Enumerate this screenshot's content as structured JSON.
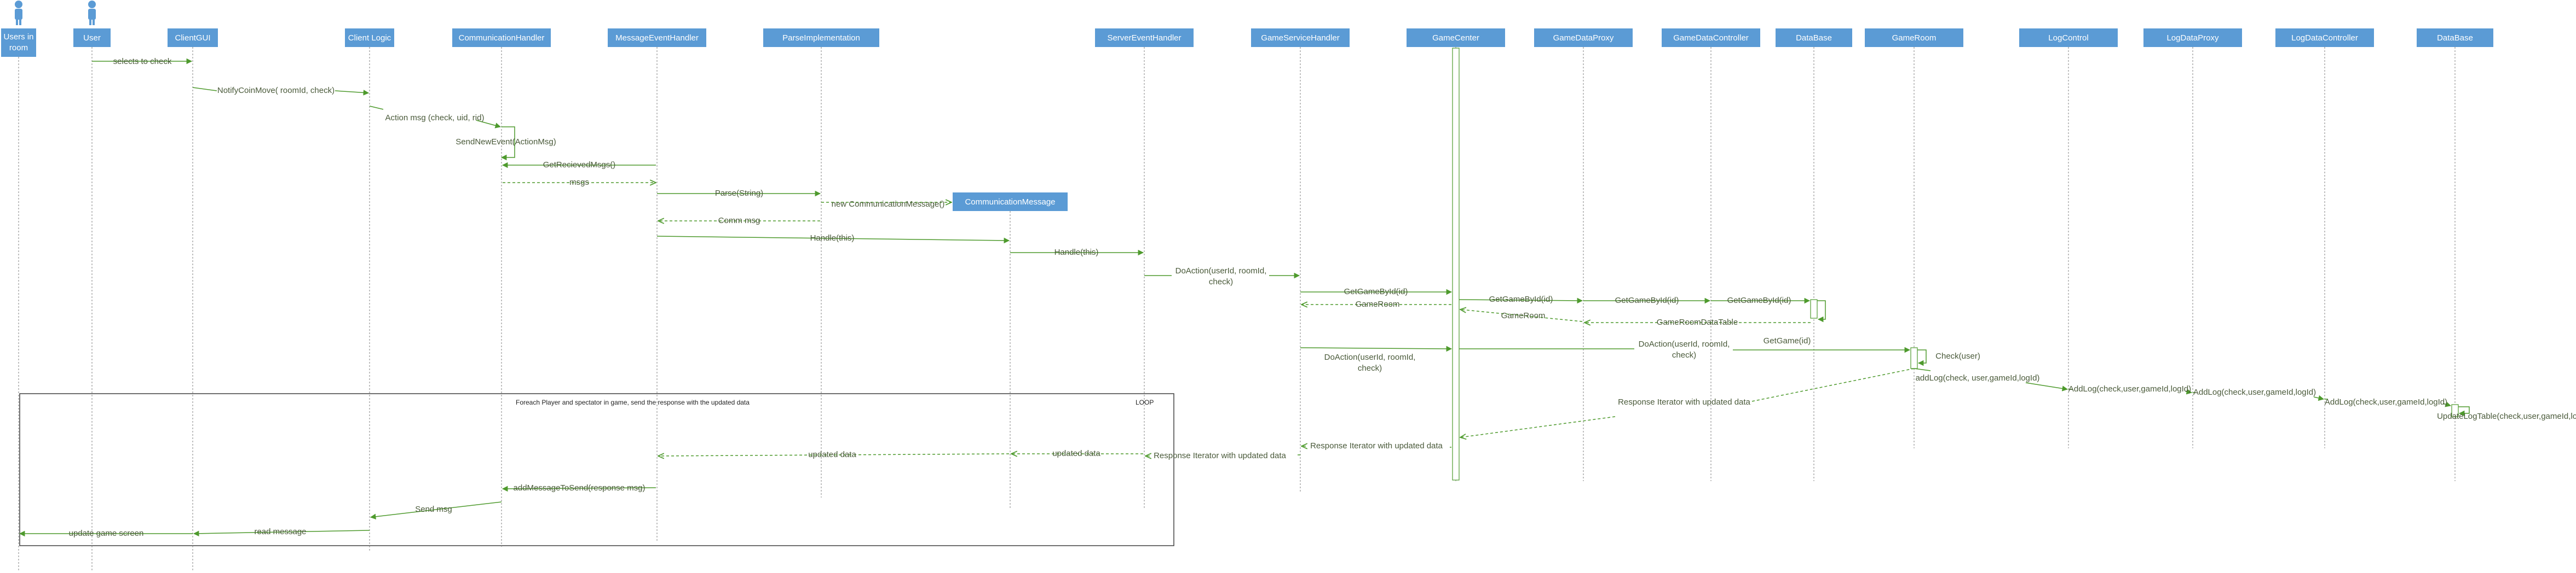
{
  "colors": {
    "header_fill": "#5b9bd5",
    "actor": "#5b9bd5",
    "lifeline": "#7f7f7f",
    "arrow": "#4e9a2d",
    "text": "#4a5a3a",
    "highlight_text": "#70ad47",
    "loop_border": "#404040"
  },
  "actors": [
    {
      "id": "users_in_room",
      "label": "Users in room",
      "icon": "person-icon"
    },
    {
      "id": "user",
      "label": "User",
      "icon": "person-icon"
    }
  ],
  "participants": [
    {
      "id": "client_gui",
      "label": "ClientGUI"
    },
    {
      "id": "client_logic",
      "label": "Client Logic"
    },
    {
      "id": "communication_handler",
      "label": "CommunicationHandler"
    },
    {
      "id": "message_event_handler",
      "label": "MessageEventHandler"
    },
    {
      "id": "parse_implementation",
      "label": "ParseImplementation"
    },
    {
      "id": "server_event_handler",
      "label": "ServerEventHandler"
    },
    {
      "id": "game_service_handler",
      "label": "GameServiceHandler"
    },
    {
      "id": "game_center",
      "label": "GameCenter"
    },
    {
      "id": "game_data_proxy",
      "label": "GameDataProxy"
    },
    {
      "id": "game_data_controller",
      "label": "GameDataController"
    },
    {
      "id": "database_1",
      "label": "DataBase"
    },
    {
      "id": "game_room",
      "label": "GameRoom"
    },
    {
      "id": "log_control",
      "label": "LogControl"
    },
    {
      "id": "log_data_proxy",
      "label": "LogDataProxy"
    },
    {
      "id": "log_data_controller",
      "label": "LogDataController"
    },
    {
      "id": "database_2",
      "label": "DataBase"
    }
  ],
  "created_participant": {
    "id": "communication_message",
    "label": "CommunicationMessage"
  },
  "messages": [
    {
      "label": "selects to check",
      "style": "sync"
    },
    {
      "label": "NotifyCoinMove( roomId, check)",
      "style": "sync"
    },
    {
      "label": "Action msg (check, uid, rid)",
      "style": "sync"
    },
    {
      "label": "SendNewEvent(ActionMsg)",
      "style": "self"
    },
    {
      "label": "GetRecievedMsgs()",
      "style": "sync"
    },
    {
      "label": "msgs",
      "style": "return"
    },
    {
      "label": "Parse(String)",
      "style": "sync"
    },
    {
      "label": "new CommunicationMessage()",
      "style": "create"
    },
    {
      "label": "Comm msg",
      "style": "return"
    },
    {
      "label": "Handle(this)",
      "style": "sync"
    },
    {
      "label": "Handle(this)",
      "style": "sync"
    },
    {
      "label": "DoAction(userId, roomId, check)",
      "style": "sync"
    },
    {
      "label": "GetGameById(id)",
      "style": "sync"
    },
    {
      "label": "GameRoom",
      "style": "return"
    },
    {
      "label": "GetGameById(id)",
      "style": "sync"
    },
    {
      "label": "GetGameById(id)",
      "style": "sync"
    },
    {
      "label": "GetGameById(id)",
      "style": "sync"
    },
    {
      "label": "GameRoomDataTable",
      "style": "return"
    },
    {
      "label": "GameRoom",
      "style": "return"
    },
    {
      "label": "DoAction(userId, roomId, check)",
      "style": "sync"
    },
    {
      "label": "DoAction(userId, roomId, check)",
      "style": "sync"
    },
    {
      "label": "GetGame(id)",
      "style": "note"
    },
    {
      "label": "Check(user)",
      "style": "self"
    },
    {
      "label": "addLog(check, user,gameId,logId)",
      "style": "sync"
    },
    {
      "label": "AddLog(check,user,gameId,logId)",
      "style": "sync"
    },
    {
      "label": "AddLog(check,user,gameId,logId)",
      "style": "sync"
    },
    {
      "label": "AddLog(check,user,gameId,logId)",
      "style": "sync"
    },
    {
      "label": "UpdateLogTable(check,user,gameId,logId)",
      "style": "self"
    },
    {
      "label": "Response Iterator with updated data",
      "style": "return"
    },
    {
      "label": "Response Iterator with updated data",
      "style": "return"
    },
    {
      "label": "Response Iterator with updated data",
      "style": "return"
    },
    {
      "label": "updated data",
      "style": "return"
    },
    {
      "label": "updated data",
      "style": "return"
    },
    {
      "label": "addMessageToSend(response msg)",
      "style": "sync"
    },
    {
      "label": "Send msg",
      "style": "sync"
    },
    {
      "label": "read message",
      "style": "sync"
    },
    {
      "label": "update game screen",
      "style": "sync"
    }
  ],
  "loop": {
    "tag": "LOOP",
    "condition": "Foreach Player and spectator in game, send the response with the updated data"
  }
}
